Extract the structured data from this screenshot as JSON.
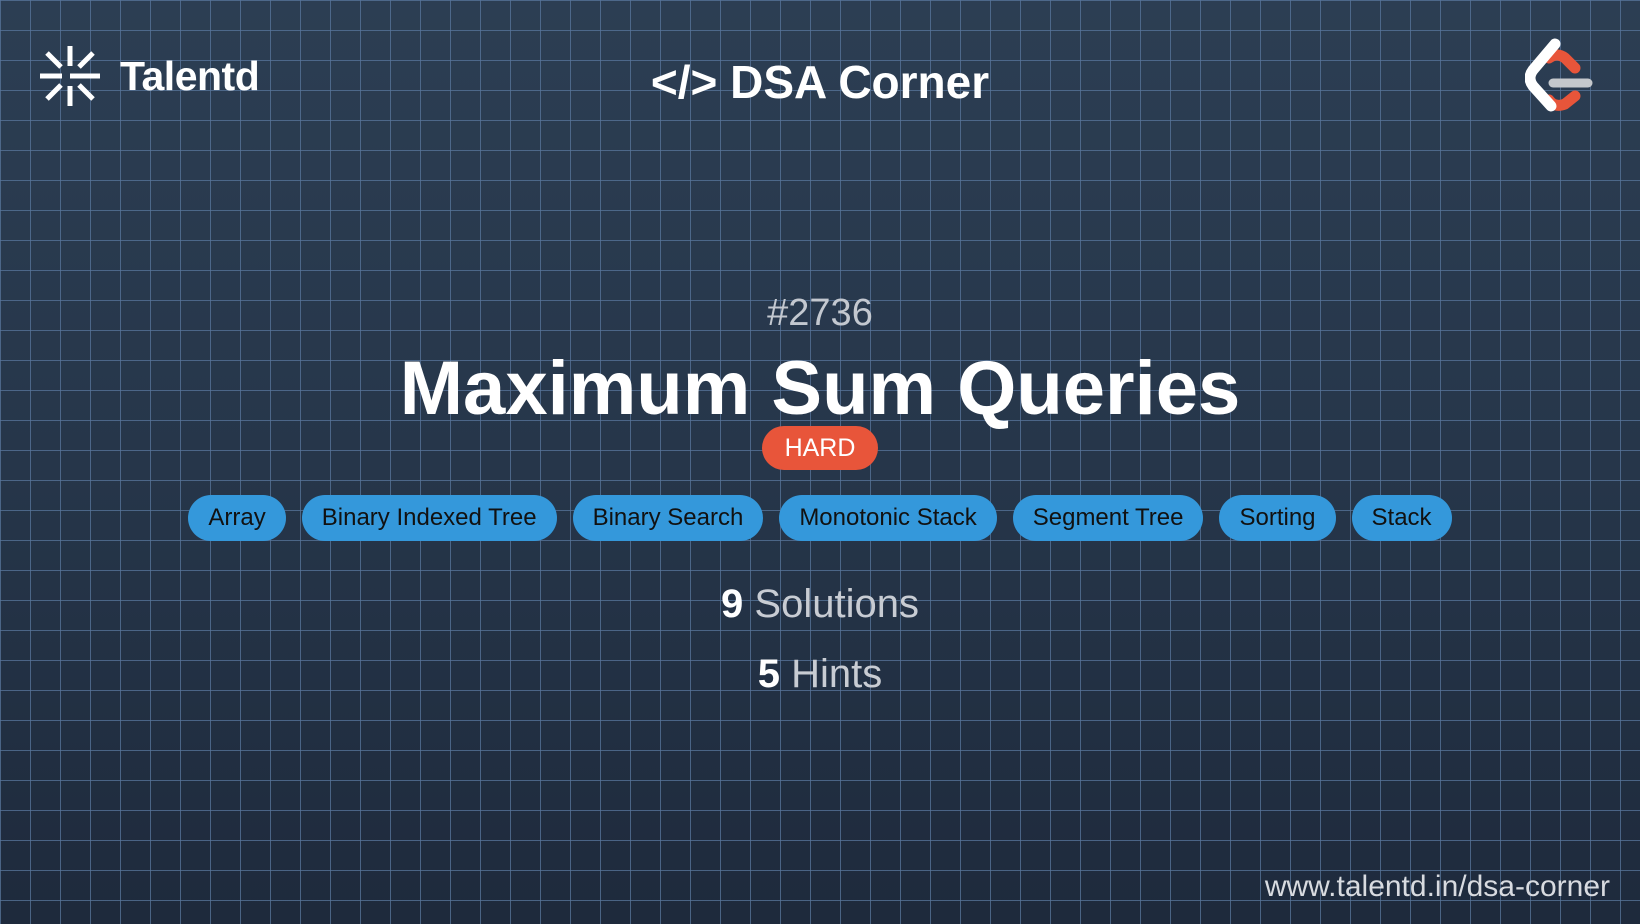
{
  "brand": {
    "name": "Talentd",
    "icon": "talentd-asterisk-icon"
  },
  "header": {
    "title": "</> DSA Corner"
  },
  "corner_logo": {
    "icon": "leetcode-logo-icon"
  },
  "problem": {
    "number": "#2736",
    "title": "Maximum Sum Queries",
    "difficulty": "HARD",
    "tags": [
      "Array",
      "Binary Indexed Tree",
      "Binary Search",
      "Monotonic Stack",
      "Segment Tree",
      "Sorting",
      "Stack"
    ],
    "solutions_count": "9",
    "solutions_label": "Solutions",
    "hints_count": "5",
    "hints_label": "Hints"
  },
  "footer": {
    "url": "www.talentd.in/dsa-corner"
  },
  "colors": {
    "difficulty": "#e8553a",
    "tag": "#3498db",
    "accent": "#e8553a"
  }
}
